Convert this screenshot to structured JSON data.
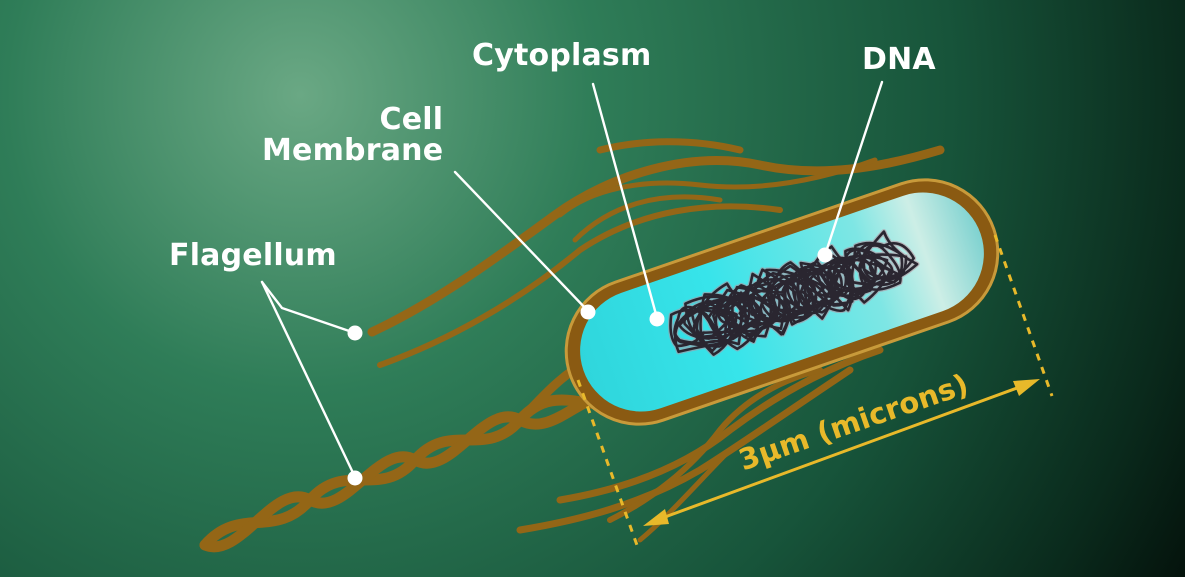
{
  "labels": {
    "cytoplasm": "Cytoplasm",
    "dna": "DNA",
    "cell_membrane_line1": "Cell",
    "cell_membrane_line2": "Membrane",
    "flagellum": "Flagellum",
    "scale": "3µm (microns)"
  },
  "colors": {
    "background_light": "#6aa884",
    "background_mid": "#1e6b4a",
    "background_dark": "#020a06",
    "membrane": "#8a5a12",
    "membrane_edge": "#c89a3a",
    "cytoplasm": "#35e0e6",
    "cytoplasm_light": "#b9f1ef",
    "flagellum": "#9a6614",
    "dna": "#2a2630",
    "pointer": "#ffffff",
    "scale": "#e8b92a"
  }
}
